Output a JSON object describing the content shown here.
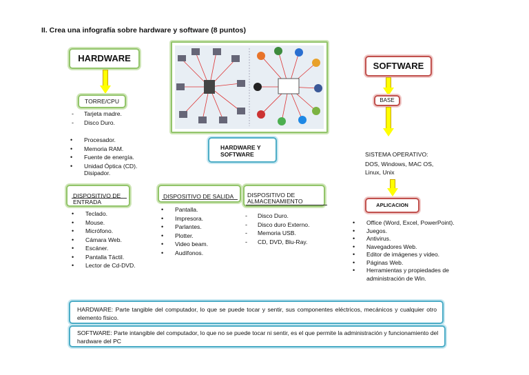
{
  "title": "II. Crea una infografía sobre hardware y software (8 puntos)",
  "hardware": {
    "label": "HARDWARE",
    "torre_label": "TORRE/CPU",
    "torre_items": [
      "Tarjeta madre.",
      "Disco Duro.",
      "Procesador.",
      "Memoria RAM.",
      "Fuente de energía.",
      "Unidad Óptica (CD).",
      "Disipador."
    ]
  },
  "center_label": "HARDWARE Y SOFTWARE",
  "software": {
    "label": "SOFTWARE",
    "base_label": "BASE",
    "os_title": "SISTEMA OPERATIVO:",
    "os_text": "DOS, Windows, MAC OS, Linux, Unix",
    "aplicacion_label": "APLICACION",
    "aplicacion_items": [
      "Office (Word, Excel, PowerPoint).",
      "Juegos.",
      "Antivirus.",
      "Navegadores Web.",
      "Editor de imágenes y video.",
      "Páginas Web.",
      "Herramientas y propiedades de administración de Win."
    ]
  },
  "entrada": {
    "label": "DISPOSITIVO DE ENTRADA",
    "items": [
      "Teclado.",
      "Mouse.",
      "Micrófono.",
      "Cámara Web.",
      "Escáner.",
      "Pantalla Táctil.",
      "Lector de Cd-DVD."
    ]
  },
  "salida": {
    "label": "DISPOSITIVO DE SALIDA",
    "items": [
      "Pantalla.",
      "Impresora.",
      "Parlantes.",
      "Plotter.",
      "Video beam.",
      "Audífonos."
    ]
  },
  "almacenamiento": {
    "label": "DISPOSITIVO DE ALMACENAMIENTO",
    "items": [
      "Disco Duro.",
      "Disco duro Externo.",
      "Memoria USB.",
      "CD, DVD, Blu-Ray."
    ]
  },
  "def_hardware": "HARDWARE: Parte tangible del computador, lo que se puede tocar y sentir, sus componentes eléctricos, mecánicos y cualquier otro elemento físico.",
  "def_software": "SOFTWARE: Parte intangible del computador, lo que no se puede tocar ni sentir, es el que permite la administración y funcionamiento del hardware del PC",
  "colors": {
    "green": "#92c46a",
    "red": "#c0504d",
    "blue": "#4bacc6",
    "arrow": "#ffff00"
  }
}
